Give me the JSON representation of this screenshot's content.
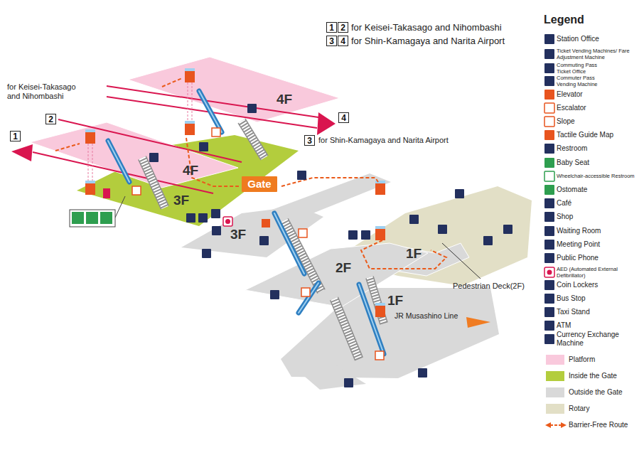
{
  "diagram": {
    "nodes": [
      {
        "text": [
          "1"
        ]
      },
      {
        "text": [
          "2"
        ]
      },
      {
        "text": [
          "3"
        ]
      },
      {
        "text": [
          "4"
        ]
      },
      {
        "text": [
          "2"
        ]
      },
      {
        "text": [
          "1"
        ]
      },
      {
        "text": [
          "4"
        ]
      },
      {
        "text": [
          "3"
        ]
      },
      {
        "text": [
          "Gate"
        ]
      }
    ],
    "labels": [
      "for Keisei-Takasago and Nihombashi",
      "for Shin-Kamagaya and Narita Airport",
      "for Keisei-Takasago and Nihombashi",
      "for Shin-Kamagaya and Narita Airport",
      "4F",
      "4F",
      "3F",
      "3F",
      "2F",
      "1F",
      "1F",
      "Pedestrian Deck(2F)",
      "JR Musashino Line",
      "Legend"
    ],
    "legend": [
      {
        "text": "Station Office"
      },
      {
        "text": "Ticket Vending Machines/ Fare Adjustment Machine"
      },
      {
        "text": "Commuting Pass Ticket Office"
      },
      {
        "text": "Commuter Pass Vending Machine"
      },
      {
        "text": "Elevator"
      },
      {
        "text": "Escalator"
      },
      {
        "text": "Slope"
      },
      {
        "text": "Tactile Guide Map"
      },
      {
        "text": "Restroom"
      },
      {
        "text": "Baby Seat"
      },
      {
        "text": "Wheelchair-accessible Restroom"
      },
      {
        "text": "Ostomate"
      },
      {
        "text": "Café"
      },
      {
        "text": "Shop"
      },
      {
        "text": "Waiting Room"
      },
      {
        "text": "Meeting Point"
      },
      {
        "text": "Public Phone"
      },
      {
        "text": "AED (Automated External Defibrillator)"
      },
      {
        "text": "Coin Lockers"
      },
      {
        "text": "Bus Stop"
      },
      {
        "text": "Taxi Stand"
      },
      {
        "text": "ATM"
      },
      {
        "text": "Currency Exchange Machine"
      },
      {
        "text": "Platform",
        "color": "#f9c9dc"
      },
      {
        "text": "Inside the Gate",
        "color": "#b3cd3d"
      },
      {
        "text": "Outside the Gate",
        "color": "#d9d9d9"
      },
      {
        "text": "Rotary",
        "color": "#e2dfc6"
      },
      {
        "text": "Barrier-Free Route"
      }
    ]
  }
}
